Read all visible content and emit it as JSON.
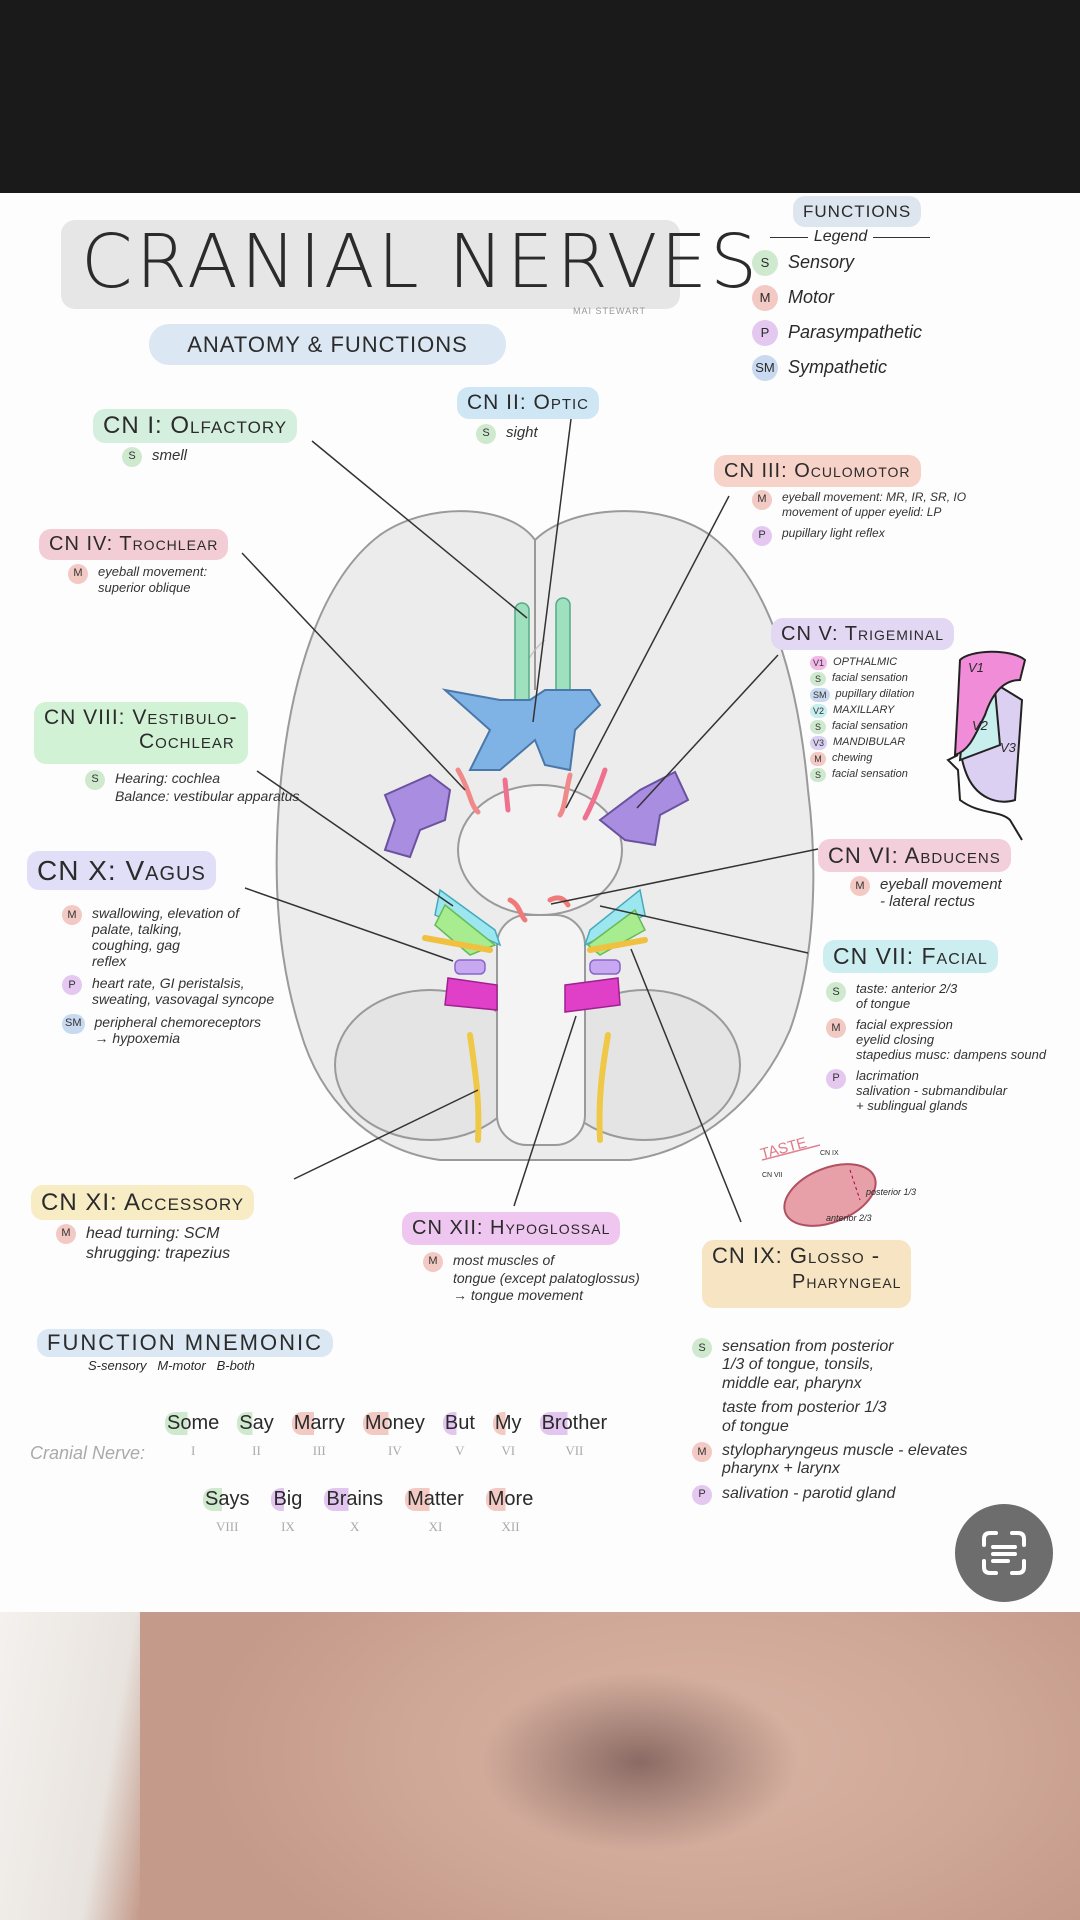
{
  "title": "CRANIAL NERVES",
  "author": "MAI STEWART",
  "subtitle": "ANATOMY & FUNCTIONS",
  "colors": {
    "S": "#cfe9cf",
    "M": "#f3c9c4",
    "P": "#e4c8f0",
    "SM": "#c9daf0",
    "B": "#e2c6ef"
  },
  "legend": {
    "heading": "FUNCTIONS",
    "label": "Legend",
    "items": [
      {
        "badge": "S",
        "label": "Sensory"
      },
      {
        "badge": "M",
        "label": "Motor"
      },
      {
        "badge": "P",
        "label": "Parasympathetic"
      },
      {
        "badge": "SM",
        "label": "Sympathetic"
      }
    ]
  },
  "nerves": {
    "cn1": {
      "title": "CN I: Olfactory",
      "notes": [
        {
          "badge": "S",
          "lines": [
            "smell"
          ]
        }
      ]
    },
    "cn2": {
      "title": "CN II: Optic",
      "notes": [
        {
          "badge": "S",
          "lines": [
            "sight"
          ]
        }
      ]
    },
    "cn3": {
      "title": "CN III: Oculomotor",
      "notes": [
        {
          "badge": "M",
          "lines": [
            "eyeball movement: MR, IR, SR, IO",
            "movement of upper eyelid: LP"
          ]
        },
        {
          "badge": "P",
          "lines": [
            "pupillary light reflex"
          ]
        }
      ]
    },
    "cn4": {
      "title": "CN IV: Trochlear",
      "notes": [
        {
          "badge": "M",
          "lines": [
            "eyeball movement:",
            "superior oblique"
          ]
        }
      ]
    },
    "cn5": {
      "title": "CN V: Trigeminal",
      "notes": [
        {
          "badge": "V1",
          "lines": [
            "OPTHALMIC"
          ]
        },
        {
          "badge": "S",
          "lines": [
            "facial sensation"
          ]
        },
        {
          "badge": "SM",
          "lines": [
            "pupillary dilation"
          ]
        },
        {
          "badge": "V2",
          "lines": [
            "MAXILLARY"
          ]
        },
        {
          "badge": "S",
          "lines": [
            "facial sensation"
          ]
        },
        {
          "badge": "V3",
          "lines": [
            "MANDIBULAR"
          ]
        },
        {
          "badge": "M",
          "lines": [
            "chewing"
          ]
        },
        {
          "badge": "S",
          "lines": [
            "facial sensation"
          ]
        }
      ],
      "face_labels": [
        "V1",
        "V2",
        "V3"
      ]
    },
    "cn6": {
      "title": "CN VI: Abducens",
      "notes": [
        {
          "badge": "M",
          "lines": [
            "eyeball movement",
            "- lateral rectus"
          ]
        }
      ]
    },
    "cn7": {
      "title": "CN VII: Facial",
      "notes": [
        {
          "badge": "S",
          "lines": [
            "taste: anterior 2/3",
            "of tongue"
          ]
        },
        {
          "badge": "M",
          "lines": [
            "facial expression",
            "eyelid closing",
            "stapedius musc: dampens sound"
          ]
        },
        {
          "badge": "P",
          "lines": [
            "lacrimation",
            "salivation - submandibular",
            "+ sublingual glands"
          ]
        }
      ]
    },
    "cn8": {
      "title": "CN VIII: Vestibulo-",
      "title2": "Cochlear",
      "notes": [
        {
          "badge": "S",
          "lines": [
            "Hearing: cochlea",
            "Balance: vestibular apparatus"
          ]
        }
      ]
    },
    "cn9": {
      "title": "CN IX: Glosso -",
      "title2": "Pharyngeal",
      "notes": [
        {
          "badge": "S",
          "lines": [
            "sensation from posterior",
            "1/3 of tongue, tonsils,",
            "middle ear, pharynx"
          ]
        },
        {
          "badge": "",
          "lines": [
            "taste from posterior 1/3",
            "of tongue"
          ]
        },
        {
          "badge": "M",
          "lines": [
            "stylopharyngeus muscle - elevates",
            "pharynx + larynx"
          ]
        },
        {
          "badge": "P",
          "lines": [
            "salivation - parotid gland"
          ]
        }
      ]
    },
    "cn10": {
      "title": "CN X: Vagus",
      "notes": [
        {
          "badge": "M",
          "lines": [
            "swallowing, elevation of",
            "palate, talking,",
            "coughing, gag",
            "reflex"
          ]
        },
        {
          "badge": "P",
          "lines": [
            "heart rate, GI peristalsis,",
            "sweating, vasovagal syncope"
          ]
        },
        {
          "badge": "SM",
          "lines": [
            "peripheral chemoreceptors",
            "→ hypoxemia"
          ]
        }
      ]
    },
    "cn11": {
      "title": "CN XI: Accessory",
      "notes": [
        {
          "badge": "M",
          "lines": [
            "head turning: SCM",
            "shrugging: trapezius"
          ]
        }
      ]
    },
    "cn12": {
      "title": "CN XII: Hypoglossal",
      "notes": [
        {
          "badge": "M",
          "lines": [
            "most muscles of",
            "tongue (except palatoglossus)",
            "→ tongue movement"
          ]
        }
      ]
    }
  },
  "taste": {
    "label": "TASTE",
    "cn9": "CN IX",
    "cn7": "CN VII",
    "posterior": "posterior 1/3",
    "anterior": "anterior 2/3"
  },
  "mnemonic": {
    "heading": "FUNCTION MNEMONIC",
    "key": "S-sensory   M-motor   B-both",
    "row_label": "Cranial Nerve:",
    "row1": [
      {
        "word": "Some",
        "type": "S",
        "num": "I"
      },
      {
        "word": "Say",
        "type": "S",
        "num": "II"
      },
      {
        "word": "Marry",
        "type": "M",
        "num": "III"
      },
      {
        "word": "Money",
        "type": "M",
        "num": "IV"
      },
      {
        "word": "But",
        "type": "B",
        "num": "V"
      },
      {
        "word": "My",
        "type": "M",
        "num": "VI"
      },
      {
        "word": "Brother",
        "type": "B",
        "num": "VII"
      }
    ],
    "row2": [
      {
        "word": "Says",
        "type": "S",
        "num": "VIII"
      },
      {
        "word": "Big",
        "type": "B",
        "num": "IX"
      },
      {
        "word": "Brains",
        "type": "B",
        "num": "X"
      },
      {
        "word": "Matter",
        "type": "M",
        "num": "XI"
      },
      {
        "word": "More",
        "type": "M",
        "num": "XII"
      }
    ]
  },
  "lens_icon": "google-lens-text-icon"
}
